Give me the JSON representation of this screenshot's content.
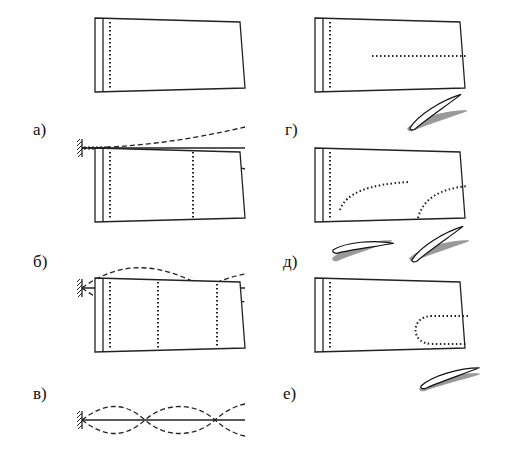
{
  "diagram": {
    "labels": [
      "а)",
      "б)",
      "в)",
      "г)",
      "д)",
      "е)"
    ]
  }
}
